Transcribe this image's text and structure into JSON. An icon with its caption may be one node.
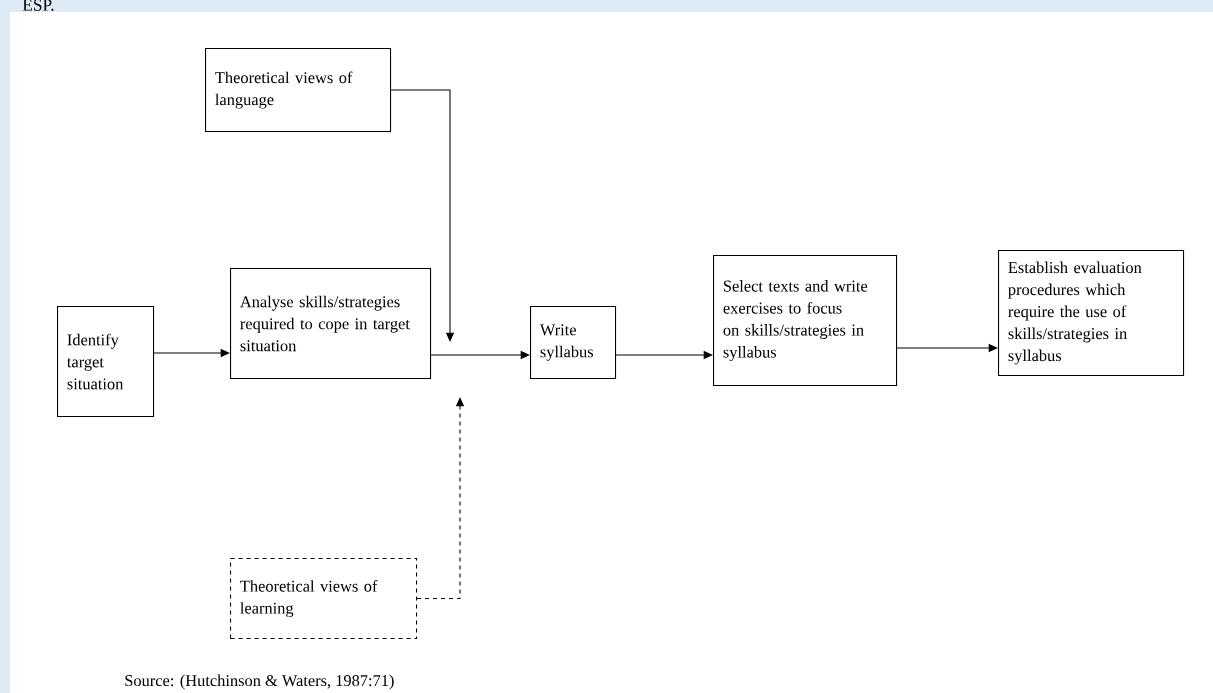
{
  "diagram": {
    "caption": "Source: (Hutchinson & Waters, 1987:71)",
    "nodes": [
      {
        "text": [
          "Theoretical views of language"
        ]
      },
      {
        "text": [
          "Identify target situation"
        ]
      },
      {
        "text": [
          "Analyse skills/strategies required to cope in target situation"
        ]
      },
      {
        "text": [
          "Write syllabus"
        ]
      },
      {
        "text": [
          "Select texts and write exercises to focus on skills/strategies in syllabus"
        ]
      },
      {
        "text": [
          "Establish evaluation procedures which require the use of skills/strategies in syllabus"
        ]
      },
      {
        "text": [
          "Theoretical views of learning"
        ]
      }
    ],
    "edges": [
      {
        "from": 1,
        "to": 2,
        "arrow": "to"
      },
      {
        "from": 2,
        "to": 3,
        "arrow": "to"
      },
      {
        "from": 3,
        "to": 4,
        "arrow": "to"
      },
      {
        "from": 4,
        "to": 5,
        "arrow": "to"
      },
      {
        "from": 0,
        "to": null,
        "arrow": "to"
      },
      {
        "from": 6,
        "to": null,
        "arrow": "to",
        "style": "dashed"
      }
    ],
    "labels": [
      "ESP."
    ]
  }
}
